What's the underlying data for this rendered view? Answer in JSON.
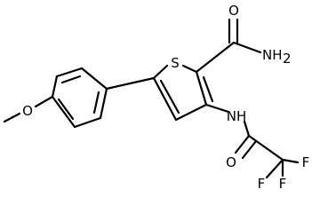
{
  "molecule": {
    "atom_labels": {
      "methoxy_o": "O",
      "ring_s": "S",
      "amide_o": "O",
      "amide_n": "NH",
      "amide_h_sub": "2",
      "amine_n": "NH",
      "acyl_o": "O",
      "f_top": "F",
      "f_right": "F",
      "f_bottom": "F"
    },
    "colors": {
      "bond": "#000000",
      "label": "#000000",
      "background": "#ffffff"
    }
  }
}
